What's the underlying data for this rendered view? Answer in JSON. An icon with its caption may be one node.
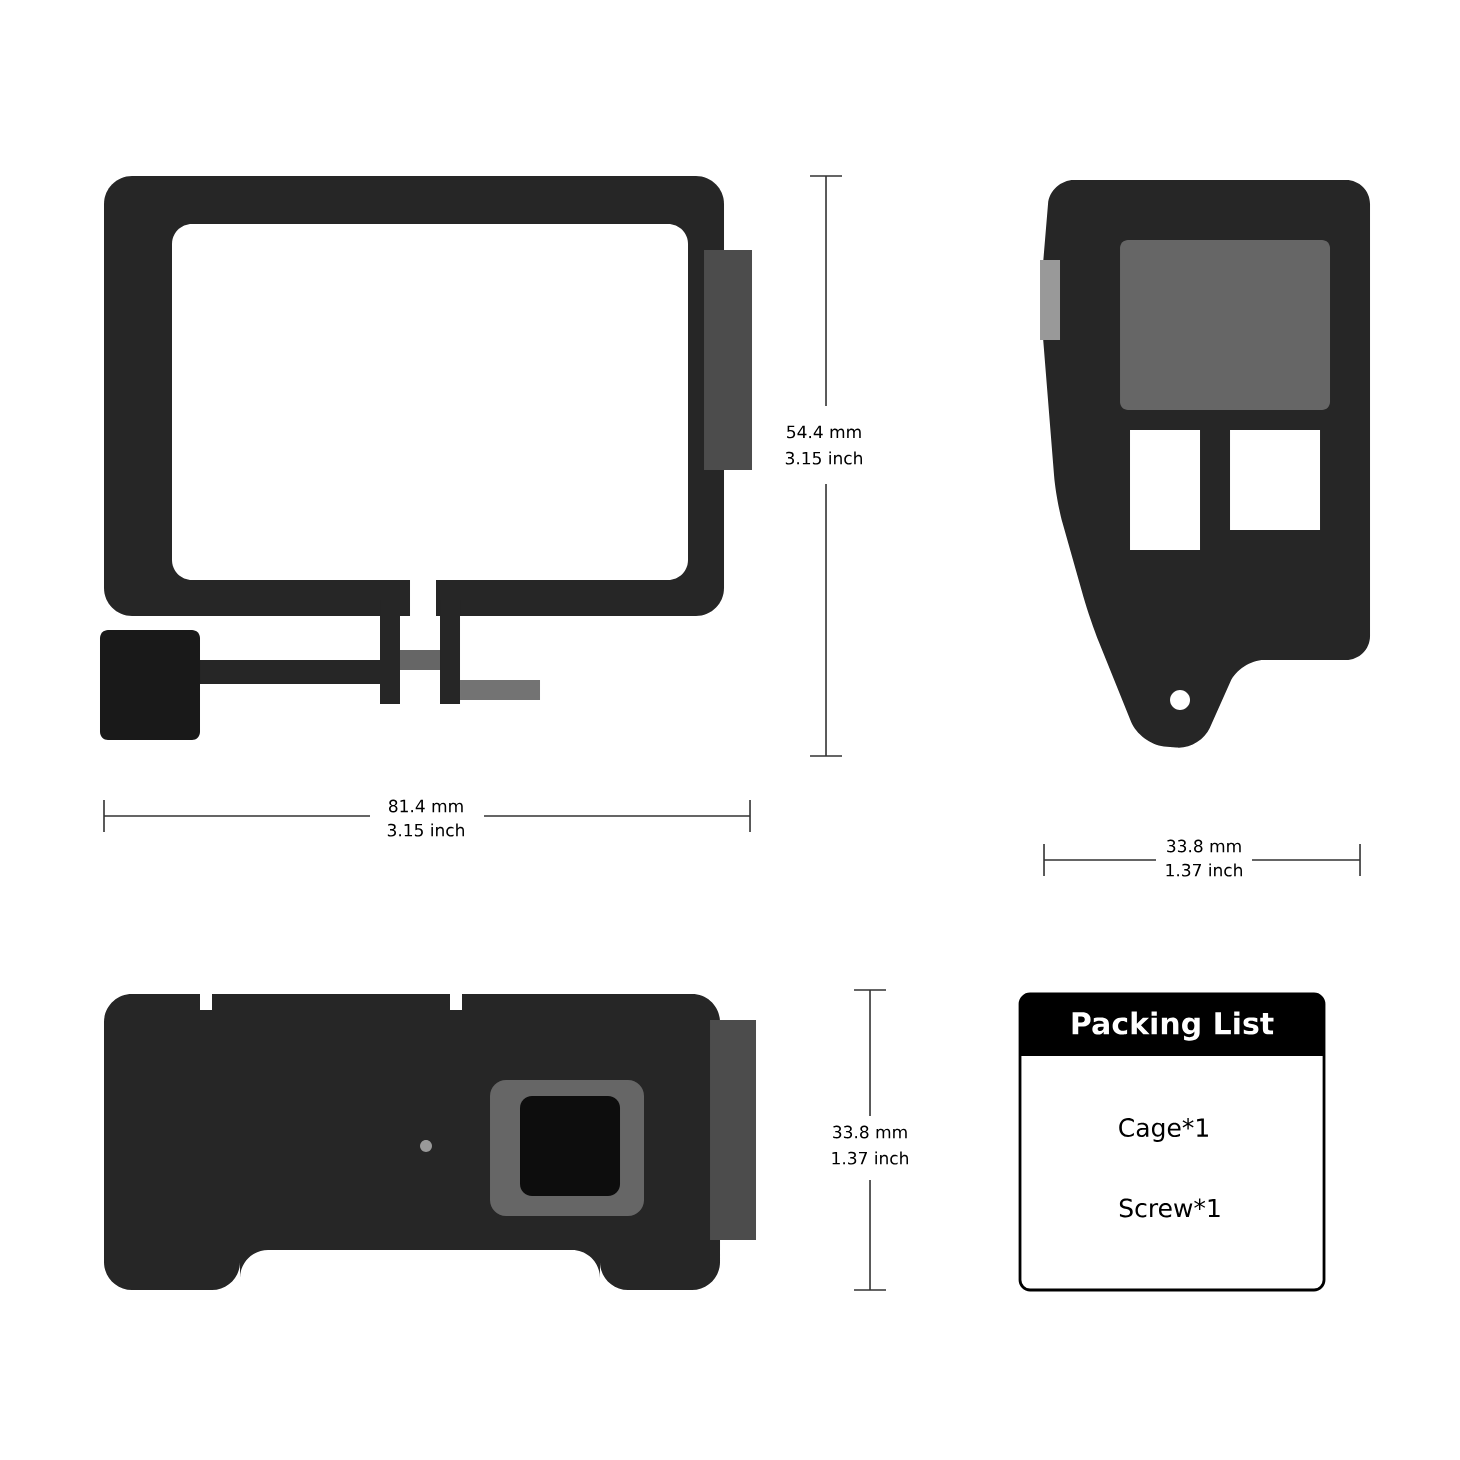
{
  "diagram": {
    "nodes": [
      {
        "text": [
          "Packing List",
          "Cage*1",
          "Screw*1"
        ]
      }
    ],
    "labels": [
      "54.4 mm",
      "3.15 inch",
      "81.4 mm",
      "3.15 inch",
      "33.8 mm",
      "1.37 inch",
      "33.8 mm",
      "1.37 inch"
    ]
  }
}
